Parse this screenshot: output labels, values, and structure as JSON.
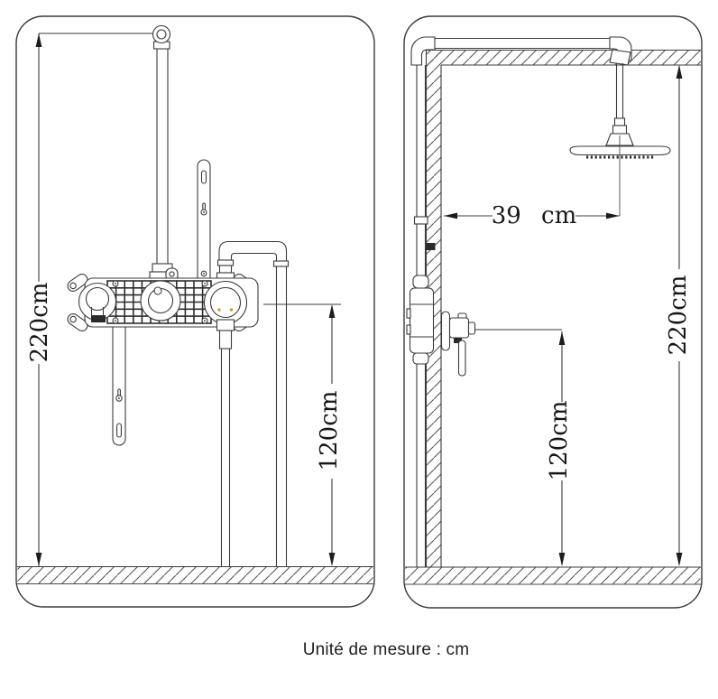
{
  "caption": "Unité de mesure : cm",
  "front_view": {
    "height_label": "220cm",
    "valve_height_label": "120cm"
  },
  "side_view": {
    "height_label": "220cm",
    "valve_height_label": "120cm",
    "ceiling_offset_label": "39 cm"
  },
  "colors": {
    "line": "#3b3b3b",
    "accent_dots": "#d79f2e"
  }
}
